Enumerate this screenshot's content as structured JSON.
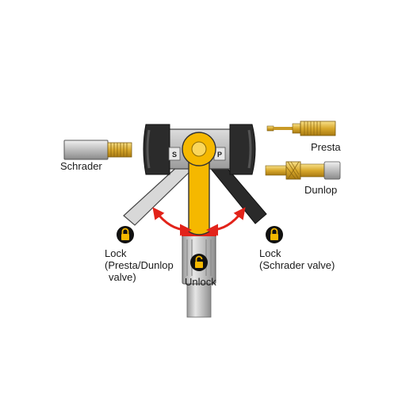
{
  "labels": {
    "schrader": "Schrader",
    "presta": "Presta",
    "dunlop": "Dunlop",
    "lock_left_line1": "Lock",
    "lock_left_line2": "(Presta/Dunlop",
    "lock_left_line3": "valve)",
    "lock_right_line1": "Lock",
    "lock_right_line2": "(Schrader valve)",
    "unlock": "Unlock",
    "head_left_mark": "S",
    "head_right_mark": "P"
  },
  "icons": {
    "lock_left": "padlock-closed-icon",
    "lock_right": "padlock-closed-icon",
    "unlock": "padlock-open-icon"
  },
  "colors": {
    "lever_yellow": "#f5b800",
    "lever_outline": "#3a3a3a",
    "arrow_red": "#e2231a",
    "lock_badge": "#111111",
    "lock_body": "#f5b800",
    "hose_grey": "#c8c8c8",
    "head_dark": "#2b2b2b",
    "valve_gold": "#e0b43a"
  }
}
